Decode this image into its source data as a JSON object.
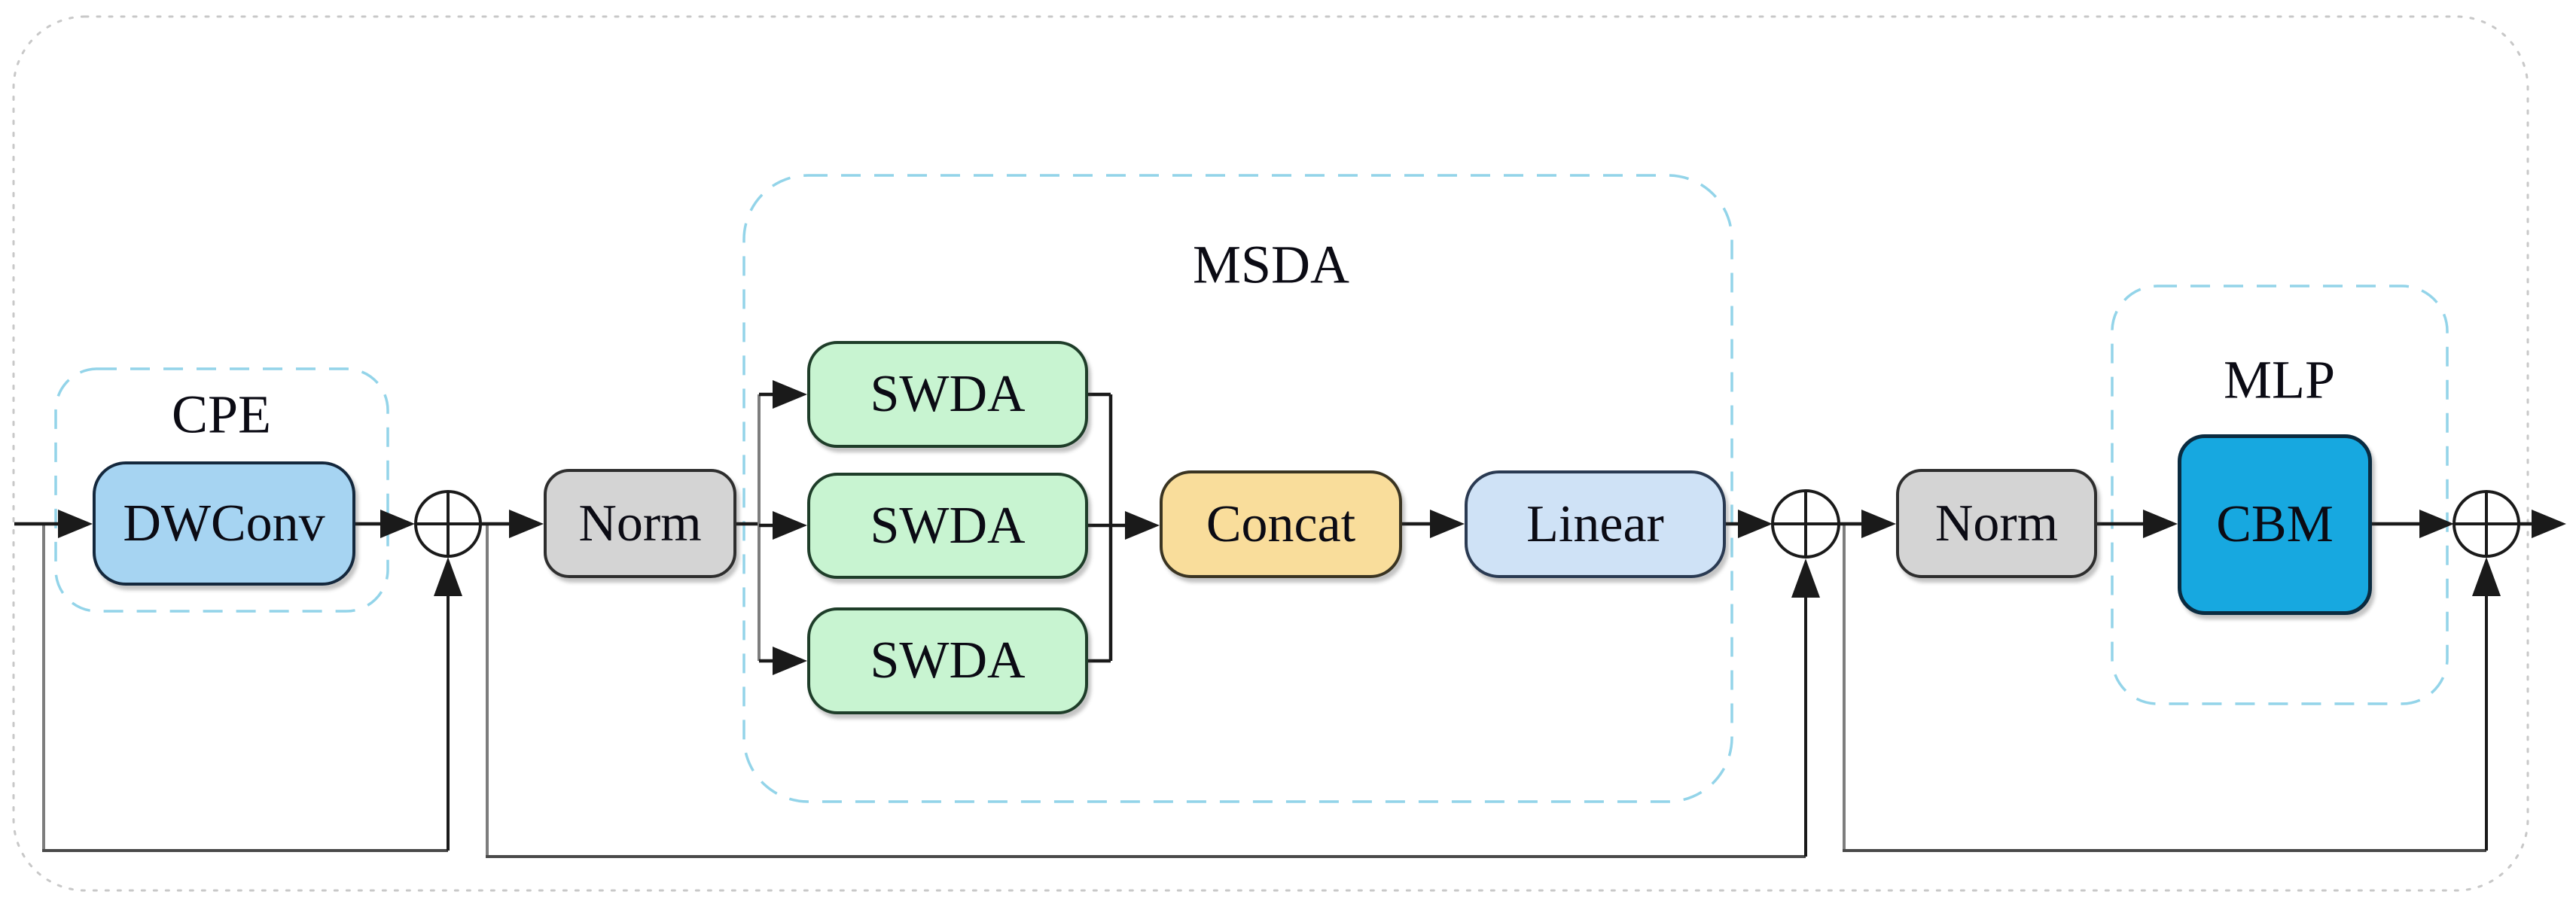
{
  "diagram": {
    "title_note": "transformer block diagram",
    "background_color": "#ffffff",
    "groups": {
      "cpe": {
        "label": "CPE",
        "border_color": "#93d4e9",
        "style": "dashed rounded"
      },
      "msda": {
        "label": "MSDA",
        "border_color": "#93d4e9",
        "style": "dashed rounded"
      },
      "mlp": {
        "label": "MLP",
        "border_color": "#93d4e9",
        "style": "dashed rounded"
      }
    },
    "blocks": {
      "dwconv": {
        "label": "DWConv",
        "fill": "#a6d4f2"
      },
      "norm1": {
        "label": "Norm",
        "fill": "#d4d4d4"
      },
      "swda": [
        {
          "label": "SWDA",
          "fill": "#c8f4d1"
        },
        {
          "label": "SWDA",
          "fill": "#c8f4d1"
        },
        {
          "label": "SWDA",
          "fill": "#c8f4d1"
        }
      ],
      "concat": {
        "label": "Concat",
        "fill": "#f9dd9b"
      },
      "linear": {
        "label": "Linear",
        "fill": "#cfe2f6"
      },
      "norm2": {
        "label": "Norm",
        "fill": "#d4d4d4"
      },
      "cbm": {
        "label": "CBM",
        "fill": "#17a8e0"
      }
    },
    "operators": {
      "sum_nodes": [
        {
          "name": "residual-add-after-cpe",
          "symbol": "circled-plus"
        },
        {
          "name": "residual-add-after-msda",
          "symbol": "circled-plus"
        },
        {
          "name": "residual-add-after-mlp",
          "symbol": "circled-plus"
        }
      ]
    },
    "colors": {
      "main_line": "#1a1a1a",
      "skip_rail": "#4a4a4a",
      "skip_tap": "#7d7d7d",
      "outer_border": "#c8c8c8"
    }
  }
}
